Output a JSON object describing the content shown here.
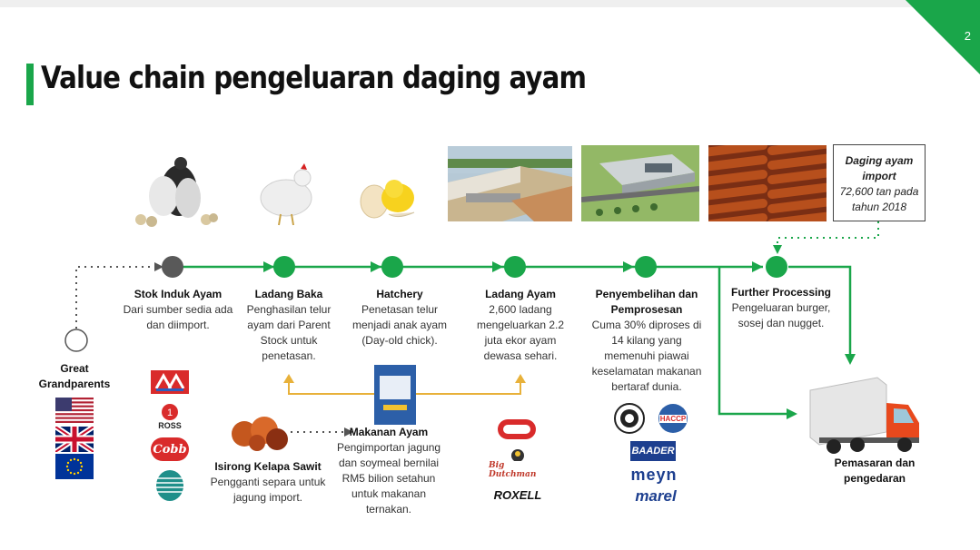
{
  "page_number": "2",
  "title": "Value chain pengeluaran daging ayam",
  "grandparents": {
    "label_line1": "Great",
    "label_line2": "Grandparents"
  },
  "stages": [
    {
      "title": "Stok Induk Ayam",
      "lines": [
        "Dari sumber sedia ada",
        "dan diimport."
      ]
    },
    {
      "title": "Ladang Baka",
      "lines": [
        "Penghasilan telur",
        "ayam dari Parent",
        "Stock untuk",
        "penetasan."
      ]
    },
    {
      "title": "Hatchery",
      "lines": [
        "Penetasan telur",
        "menjadi anak ayam",
        "(Day-old chick)."
      ]
    },
    {
      "title": "Ladang Ayam",
      "lines": [
        "2,600 ladang",
        "mengeluarkan 2.2",
        "juta ekor ayam",
        "dewasa sehari."
      ]
    },
    {
      "title_line1": "Penyembelihan dan",
      "title_line2": "Pemprosesan",
      "lines": [
        "Cuma 30% diproses di",
        "14 kilang yang",
        "memenuhi piawai",
        "keselamatan makanan",
        "bertaraf dunia."
      ]
    },
    {
      "title": "Further Processing",
      "lines": [
        "Pengeluaran burger,",
        "sosej dan nugget."
      ]
    }
  ],
  "import_box": {
    "line1": "Daging ayam",
    "line2": "import",
    "line3": "72,600 tan pada",
    "line4": "tahun 2018"
  },
  "isirong": {
    "title": "Isirong Kelapa Sawit",
    "lines": [
      "Pengganti separa untuk",
      "jagung import."
    ]
  },
  "makanan": {
    "title": "Makanan Ayam",
    "lines": [
      "Pengimportan jagung",
      "dan soymeal bernilai",
      "RM5 bilion setahun",
      "untuk makanan",
      "ternakan."
    ]
  },
  "pemasaran": {
    "line1": "Pemasaran dan",
    "line2": "pengedaran"
  },
  "logos": {
    "ross": "ROSS",
    "cobb": "Cobb",
    "big_dutchman": "Big Dutchman",
    "roxell": "ROXELL",
    "baader": "BAADER",
    "meyn": "meyn",
    "marel": "marel",
    "haccp": "HACCP"
  },
  "colors": {
    "accent": "#1aa64a",
    "arrow_gold": "#e8b13a",
    "dotted": "#555555"
  }
}
